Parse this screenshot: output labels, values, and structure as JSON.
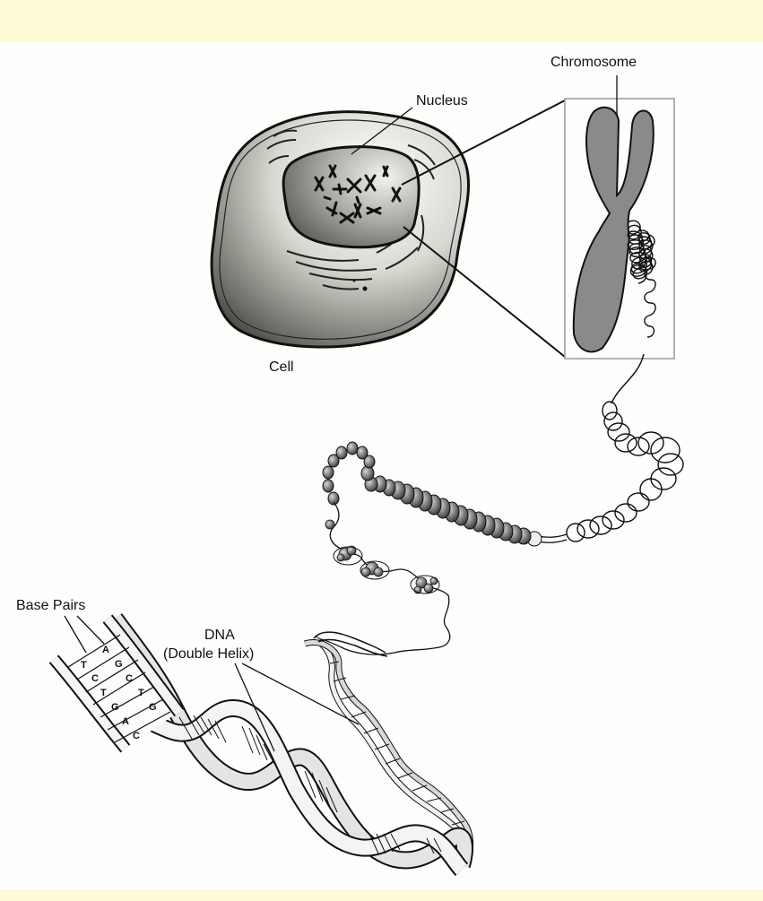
{
  "colors": {
    "band": "#fcfbd6",
    "paper": "#fefefc",
    "ink": "#111111",
    "chromosome_gray": "#8a8a8a"
  },
  "labels": {
    "chromosome": "Chromosome",
    "nucleus": "Nucleus",
    "cell": "Cell",
    "dna_line1": "DNA",
    "dna_line2": "(Double Helix)",
    "base_pairs": "Base Pairs"
  },
  "base_pair_letters": [
    {
      "left": "T",
      "right": "A"
    },
    {
      "left": "C",
      "right": "G"
    },
    {
      "left": "T",
      "right": "C"
    },
    {
      "left": "G",
      "right": "T"
    },
    {
      "left": "A",
      "right": "G"
    },
    {
      "left": "C",
      "right": ""
    }
  ]
}
